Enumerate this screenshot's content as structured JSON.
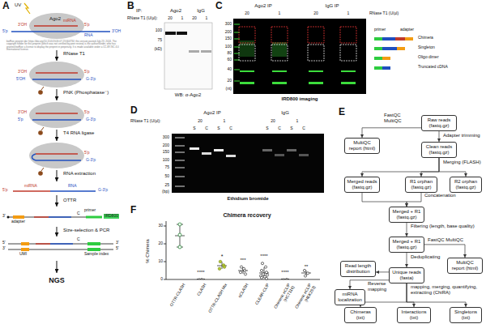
{
  "diagram": {
    "nodes": [
      {
        "text": [
          "Raw reads (fastq.gz)"
        ]
      },
      {
        "text": [
          "MultiQC report (html)"
        ]
      },
      {
        "text": [
          "Clean reads (fastq.gz)"
        ]
      },
      {
        "text": [
          "Merged reads (fastq.gz)"
        ]
      },
      {
        "text": [
          "R1 orphan (fastq.gz)"
        ]
      },
      {
        "text": [
          "R2 orphan (fastq.gz)"
        ]
      },
      {
        "text": [
          "Merged + R1 (fastq.gz)"
        ]
      },
      {
        "text": [
          "Merged + R1 (fastq.gz)"
        ]
      },
      {
        "text": [
          "MultiQC report (html)"
        ]
      },
      {
        "text": [
          "Unique reads (fasta)"
        ]
      },
      {
        "text": [
          "Read length distribution"
        ]
      },
      {
        "text": [
          "miRNA localization"
        ]
      },
      {
        "text": [
          "Chimeras (txt)"
        ]
      },
      {
        "text": [
          "Interactions (txt)"
        ]
      },
      {
        "text": [
          "Singletons (txt)"
        ]
      }
    ],
    "edges": [
      {
        "from": 0,
        "to": 1,
        "arrow": "to",
        "label": "FastQC MultiQC"
      },
      {
        "from": 0,
        "to": 2,
        "arrow": "to",
        "label": "Adapter trimming"
      },
      {
        "from": 2,
        "to": 3,
        "arrow": "to"
      },
      {
        "from": 2,
        "to": 4,
        "arrow": "to",
        "label": "Merging (FLASH)"
      },
      {
        "from": 2,
        "to": 5,
        "arrow": "to"
      },
      {
        "from": 3,
        "to": 6,
        "arrow": "to"
      },
      {
        "from": 4,
        "to": 6,
        "arrow": "to",
        "label": "Concatenation"
      },
      {
        "from": 6,
        "to": 7,
        "arrow": "to",
        "label": "Filtering (length, base quality)"
      },
      {
        "from": 7,
        "to": 8,
        "arrow": "to",
        "label": "FastQC MultiQC"
      },
      {
        "from": 7,
        "to": 9,
        "arrow": "to",
        "label": "Deduplicating"
      },
      {
        "from": 9,
        "to": 10,
        "arrow": "to"
      },
      {
        "from": 9,
        "to": 11,
        "arrow": "to",
        "label": "Reverse mapping"
      },
      {
        "from": 9,
        "to": 12,
        "arrow": "to"
      },
      {
        "from": 9,
        "to": 13,
        "arrow": "to",
        "label": "mapping, merging, quantifying, extracting (ChiRA)"
      },
      {
        "from": 9,
        "to": 14,
        "arrow": "to"
      }
    ],
    "labels": [
      "A",
      "UV",
      "Ago2",
      "miRNA",
      "3'OH",
      "5'p",
      "5'p",
      "3'OH",
      "RNA",
      "bioRxiv preprint doi: https://doi.org/10.1101/2024.07.23.604734; this version posted July 23, 2024. The copyright holder for this preprint (which was not certified by peer review) is the author/funder, who has granted bioRxiv a license to display the preprint in perpetuity. It is made available under a CC-BY-NC 4.0 International license.",
      "RNase T1",
      "3'OH",
      "5'p",
      "5'OH",
      "G-3'p",
      "PNK (Phosphatase⁻)",
      "3'OH",
      "5'p",
      "5'p",
      "G-3'p",
      "T4 RNA ligase",
      "5'p",
      "G-3'p",
      "RNA extraction",
      "5'p",
      "miRNA",
      "RNA",
      "G-3'p",
      "OTTR",
      "3'",
      "adapter",
      "C",
      "primer",
      "IRD800",
      "Size-selection & PCR",
      "5'",
      "3'",
      "3'",
      "5'",
      "C",
      "UMI",
      "Sample index",
      "NGS",
      "B",
      "IP:",
      "Ago2",
      "IgG",
      "RNase T1 (U/µl):",
      "20",
      "1",
      "20",
      "1",
      "100",
      "75",
      "(kD)",
      "WB: α-Ago2",
      "C",
      "Ago2 IP",
      "IgG IP",
      "20",
      "1",
      "20",
      "1",
      "RNase T1 (U/µl)",
      "300",
      "200",
      "150",
      "100",
      "80",
      "60",
      "40",
      "20",
      "(nt)",
      "IRD800 imaging",
      "primer",
      "adapter",
      "Chimera",
      "Singleton",
      "Oligo dimer",
      "Truncated cDNA",
      "D",
      "Ago2 IP",
      "IgG",
      "RNase T1 (U/µl):",
      "20",
      "1",
      "20",
      "1",
      "S",
      "C",
      "S",
      "C",
      "S",
      "C",
      "S",
      "C",
      "300",
      "200",
      "150",
      "100",
      "75",
      "50",
      "25",
      "(bp)",
      "Ethidium bromide",
      "F",
      "Chimera recovery",
      "% Chimera",
      "0",
      "10",
      "20",
      "30",
      "OTTR-CLASH",
      "CLASH",
      "OTTR-CLASH Mix",
      "qCLASH",
      "CLEAR-CLIP",
      "Chimeric eCLIP (HCT116)",
      "Chimeric eCLIP (HEK293)",
      "****",
      "*",
      "***",
      "****",
      "****",
      "**",
      "E"
    ]
  }
}
